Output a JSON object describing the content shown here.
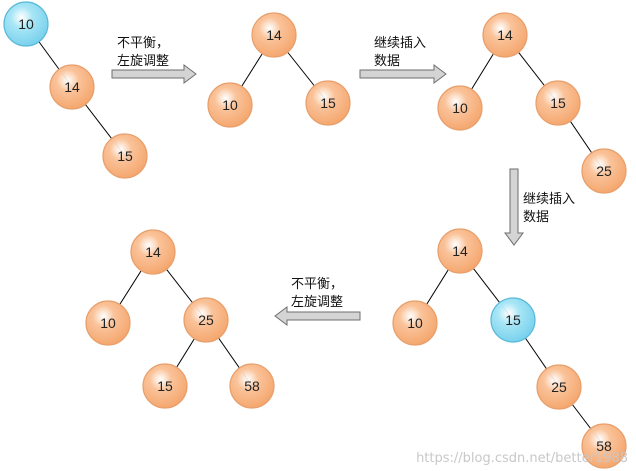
{
  "colors": {
    "node_fill_orange": "#fac39a",
    "node_stroke_orange": "#e79f6c",
    "node_fill_blue": "#a8e6f6",
    "node_stroke_blue": "#5ab9d8",
    "edge": "#000000",
    "arrow_fill": "#d4d4d4",
    "arrow_stroke": "#6e6e6e"
  },
  "trees": [
    {
      "id": "t1",
      "nodes": [
        {
          "id": "a",
          "label": "10",
          "highlight": true
        },
        {
          "id": "b",
          "label": "14",
          "highlight": false
        },
        {
          "id": "c",
          "label": "15",
          "highlight": false
        }
      ],
      "edges": [
        [
          "a",
          "b"
        ],
        [
          "b",
          "c"
        ]
      ]
    },
    {
      "id": "t2",
      "nodes": [
        {
          "id": "a",
          "label": "14",
          "highlight": false
        },
        {
          "id": "b",
          "label": "10",
          "highlight": false
        },
        {
          "id": "c",
          "label": "15",
          "highlight": false
        }
      ],
      "edges": [
        [
          "a",
          "b"
        ],
        [
          "a",
          "c"
        ]
      ]
    },
    {
      "id": "t3",
      "nodes": [
        {
          "id": "a",
          "label": "14",
          "highlight": false
        },
        {
          "id": "b",
          "label": "10",
          "highlight": false
        },
        {
          "id": "c",
          "label": "15",
          "highlight": false
        },
        {
          "id": "d",
          "label": "25",
          "highlight": false
        }
      ],
      "edges": [
        [
          "a",
          "b"
        ],
        [
          "a",
          "c"
        ],
        [
          "c",
          "d"
        ]
      ]
    },
    {
      "id": "t4",
      "nodes": [
        {
          "id": "a",
          "label": "14",
          "highlight": false
        },
        {
          "id": "b",
          "label": "10",
          "highlight": false
        },
        {
          "id": "c",
          "label": "15",
          "highlight": true
        },
        {
          "id": "d",
          "label": "25",
          "highlight": false
        },
        {
          "id": "e",
          "label": "58",
          "highlight": false
        }
      ],
      "edges": [
        [
          "a",
          "b"
        ],
        [
          "a",
          "c"
        ],
        [
          "c",
          "d"
        ],
        [
          "d",
          "e"
        ]
      ]
    },
    {
      "id": "t5",
      "nodes": [
        {
          "id": "a",
          "label": "14",
          "highlight": false
        },
        {
          "id": "b",
          "label": "10",
          "highlight": false
        },
        {
          "id": "c",
          "label": "25",
          "highlight": false
        },
        {
          "id": "d",
          "label": "15",
          "highlight": false
        },
        {
          "id": "e",
          "label": "58",
          "highlight": false
        }
      ],
      "edges": [
        [
          "a",
          "b"
        ],
        [
          "a",
          "c"
        ],
        [
          "c",
          "d"
        ],
        [
          "c",
          "e"
        ]
      ]
    }
  ],
  "arrows": [
    {
      "id": "arrow1",
      "direction": "right",
      "caption": [
        "不平衡，",
        "左旋调整"
      ]
    },
    {
      "id": "arrow2",
      "direction": "right",
      "caption": [
        "继续插入",
        "数据"
      ]
    },
    {
      "id": "arrow3",
      "direction": "down",
      "caption": [
        "继续插入",
        "数据"
      ]
    },
    {
      "id": "arrow4",
      "direction": "left",
      "caption": [
        "不平衡，",
        "左旋调整"
      ]
    }
  ],
  "watermark": "https://blog.csdn.net/better1988"
}
